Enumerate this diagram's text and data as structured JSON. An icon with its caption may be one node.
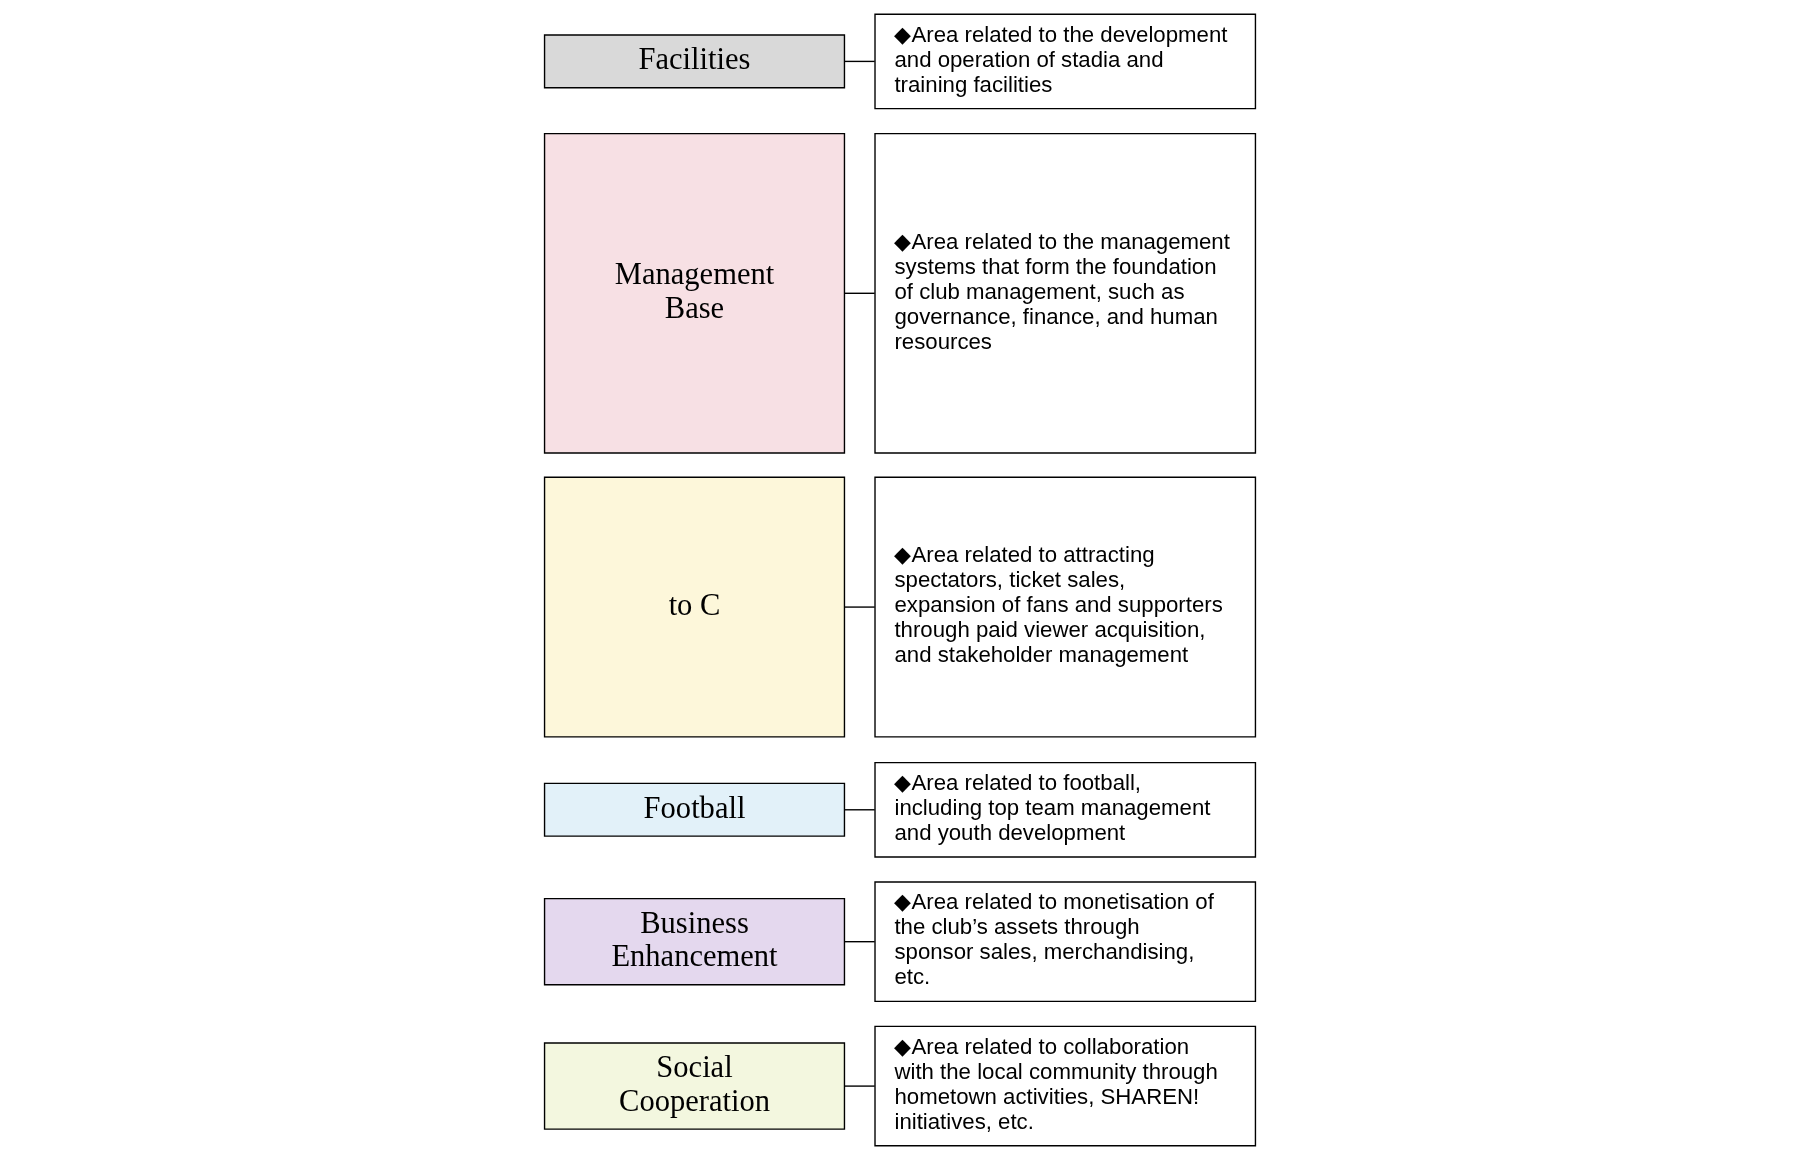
{
  "diagram": {
    "nodes": [
      {
        "text": [
          "Social Cooperation"
        ]
      },
      {
        "text": [
          "◆Area related to collaboration with the local community through hometown activities, SHAREN! initiatives, etc."
        ]
      },
      {
        "text": [
          "Business Enhancement"
        ]
      },
      {
        "text": [
          "◆Area related to monetisation of the club’s assets through sponsor sales, merchandising, etc."
        ]
      },
      {
        "text": [
          "Football"
        ]
      },
      {
        "text": [
          "◆Area related to football, including top team management and youth development"
        ]
      },
      {
        "text": [
          "to C"
        ]
      },
      {
        "text": [
          "◆Area related to attracting spectators, ticket sales, expansion of fans and supporters through paid viewer acquisition, and stakeholder management"
        ]
      },
      {
        "text": [
          "Management Base"
        ]
      },
      {
        "text": [
          "◆Area related to the management systems that form the foundation of club management, such as governance, finance, and human resources"
        ]
      },
      {
        "text": [
          "Facilities"
        ]
      },
      {
        "text": [
          "◆Area related to the development and operation of stadia and training facilities"
        ]
      }
    ],
    "edges": [
      {
        "from": 0,
        "to": 1,
        "arrow": "none"
      },
      {
        "from": 2,
        "to": 3,
        "arrow": "none"
      },
      {
        "from": 4,
        "to": 5,
        "arrow": "none"
      },
      {
        "from": 6,
        "to": 7,
        "arrow": "none"
      },
      {
        "from": 8,
        "to": 9,
        "arrow": "none"
      },
      {
        "from": 10,
        "to": 11,
        "arrow": "none"
      }
    ]
  }
}
